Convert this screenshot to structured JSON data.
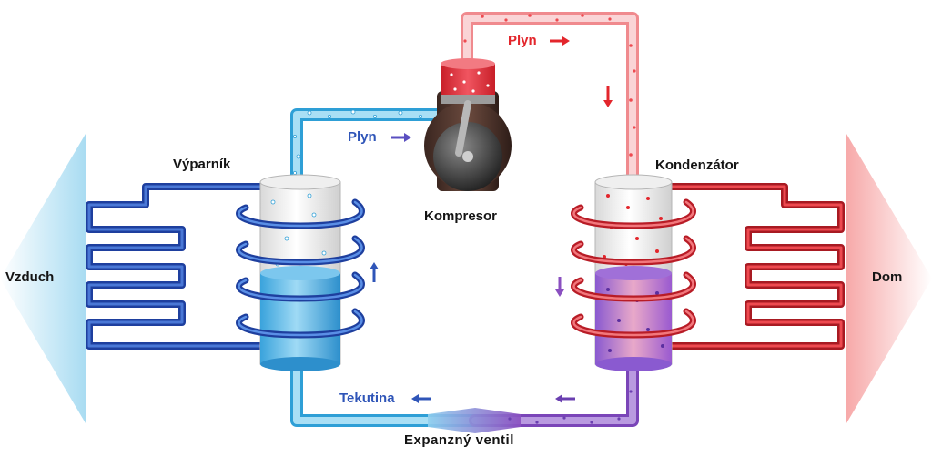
{
  "labels": {
    "air": "Vzduch",
    "house": "Dom",
    "evaporator": "Výparník",
    "compressor": "Kompresor",
    "condenser": "Kondenzátor",
    "gas_left": "Plyn",
    "gas_right": "Plyn",
    "liquid": "Tekutina",
    "expansion_valve": "Expanzný ventil"
  },
  "colors": {
    "cold_blue": "#2a53b6",
    "light_blue": "#8fd0ef",
    "hot_red": "#e3262c",
    "pink": "#f2a0a3",
    "purple": "#8a4fc0",
    "arrow_blue": "#5a4fc0"
  }
}
